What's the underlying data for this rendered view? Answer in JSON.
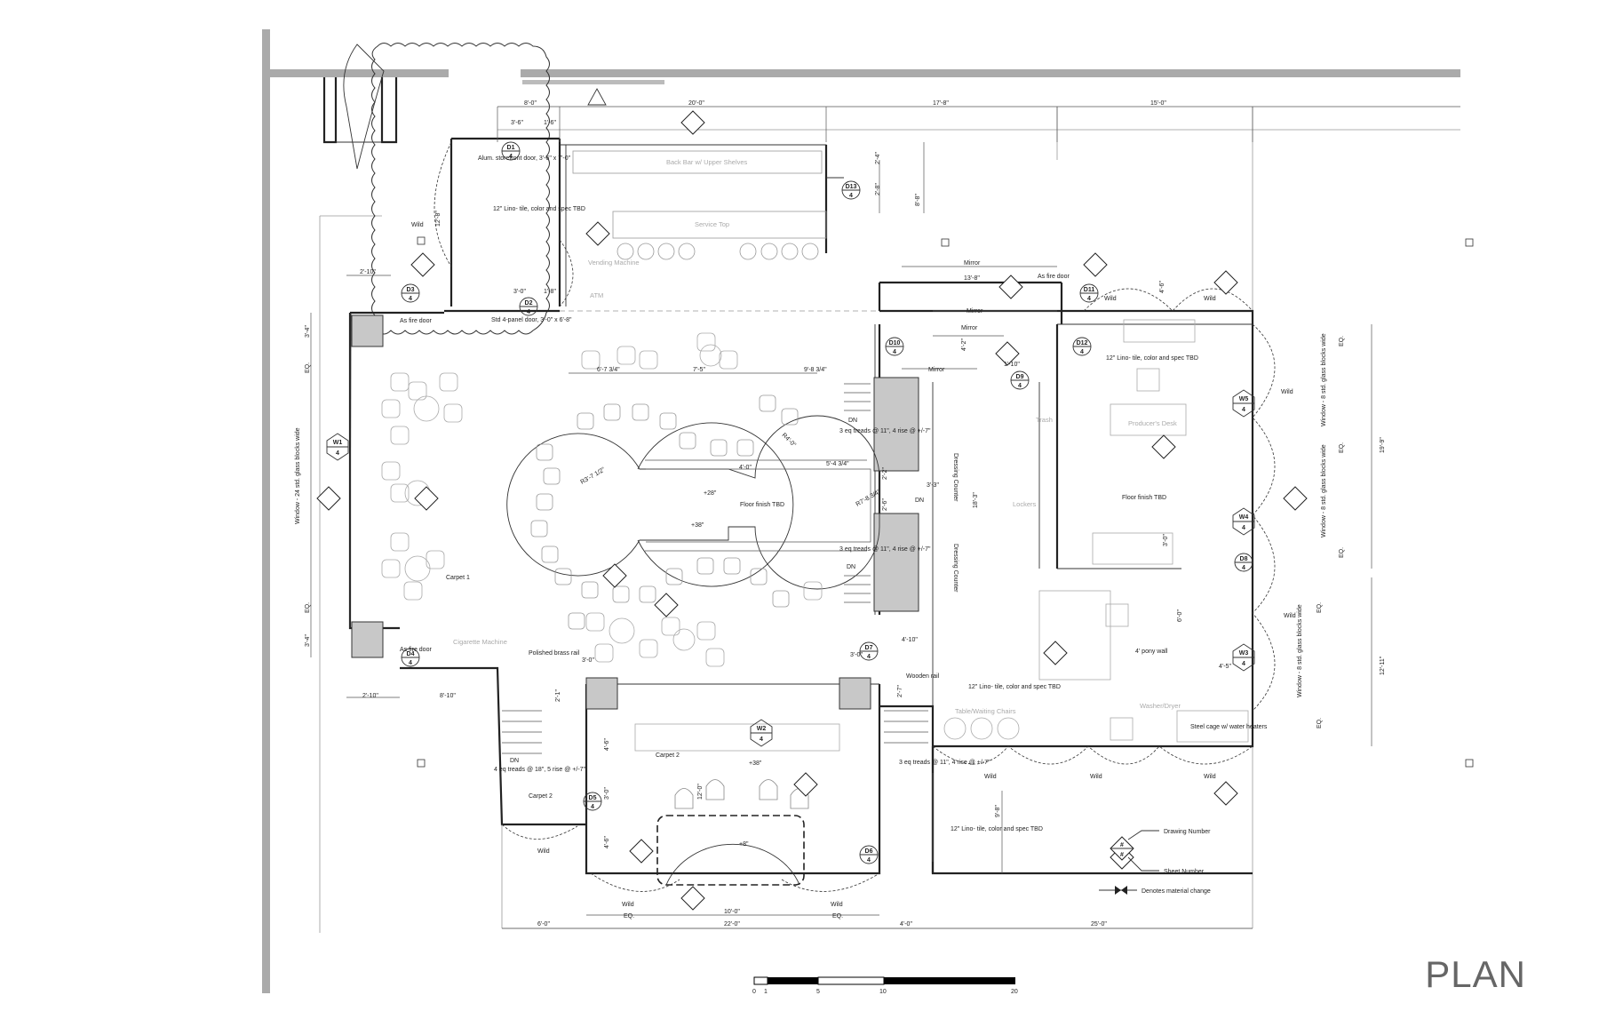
{
  "title": "PLAN",
  "labels": {
    "door_d1": "Alum. storefront door, 3'-6\" x 7'-0\"",
    "door_d2": "Std 4-panel door, 3'-0\" x 6'-8\"",
    "lino_tile": "12\" Lino- tile, color and spec TBD",
    "as_fire_door": "As fire door",
    "back_bar": "Back Bar w/ Upper Shelves",
    "service_top": "Service Top",
    "vending": "Vending Machine",
    "atm": "ATM",
    "mirror": "Mirror",
    "carpet1": "Carpet 1",
    "carpet2": "Carpet 2",
    "floor_finish": "Floor finish TBD",
    "cigarette": "Cigarette Machine",
    "polished_rail": "Polished brass rail",
    "wooden_rail": "Wooden rail",
    "dressing_counter": "Dressing Counter",
    "lockers": "Lockers",
    "trash": "Trash",
    "producers_desk": "Producer's Desk",
    "pony_wall": "4' pony wall",
    "washer": "Washer/Dryer",
    "steel_cage": "Steel cage w/ water heaters",
    "waiting_chairs": "Table/Waiting Chairs",
    "window_24": "Window - 24 std. glass blocks wide",
    "window_8": "Window - 8 std. glass blocks wide",
    "wild": "Wild",
    "dn": "DN",
    "treads_4": "4 eq treads @ 18\", 5 rise @ +/-7\"",
    "treads_3": "3 eq treads @ 11\", 4 rise @ +/-7\"",
    "eq": "EQ."
  },
  "dimensions": {
    "d_8_0": "8'-0\"",
    "d_20_0": "20'-0\"",
    "d_17_8": "17'-8\"",
    "d_15_0": "15'-0\"",
    "d_3_6": "3'-6\"",
    "d_1_6": "1'-6\"",
    "d_12_8": "12'-8\"",
    "d_2_10": "2'-10\"",
    "d_3_0": "3'-0\"",
    "d_1_8": "1'-8\"",
    "d_3_4": "3'-4\"",
    "d_13_8": "13'-8\"",
    "d_2_4": "2'-4\"",
    "d_2_8": "2'-8\"",
    "d_8_8": "8'-8\"",
    "d_4_6": "4'-6\"",
    "d_6_7": "6'-7 3/4\"",
    "d_7_5": "7'-5\"",
    "d_9_8": "9'-8 3/4\"",
    "d_4_0": "4'-0\"",
    "d_5_4": "5'-4 3/4\"",
    "d_4_2": "4'-2\"",
    "d_1_10": "1'-10\"",
    "d_3_3": "3'-3\"",
    "d_18_3": "18'-3\"",
    "d_19_9": "19'-9\"",
    "d_12_11": "12'-11\"",
    "d_4_10": "4'-10\"",
    "d_2_7": "2'-7\"",
    "d_2_1": "2'-1\"",
    "d_9_8b": "9'-8\"",
    "d_12_0": "12'-0\"",
    "d_10_0": "10'-0\"",
    "d_22_0": "22'-0\"",
    "d_6_0": "6'-0\"",
    "d_25_0": "25'-0\"",
    "d_4_0b": "4'-0\"",
    "d_4_5": "4'-5\"",
    "d_6_0b": "6'-0\"",
    "d_8_10": "8'-10\"",
    "d_2_2": "2'-2\"",
    "d_2_6": "2'-6\"",
    "d_3_0b": "3'-0\"",
    "d_4_6b": "4'-6\"",
    "r_3": "R3'-7 1/2\"",
    "r_4": "R4'-0\"",
    "r_7": "R7'-8 3/4\"",
    "elev_28": "+28\"",
    "elev_38": "+38\"",
    "elev_8": "+8\""
  },
  "tags": {
    "d1": [
      "D1",
      "4"
    ],
    "d2": [
      "D2",
      "4"
    ],
    "d3": [
      "D3",
      "4"
    ],
    "d4": [
      "D4",
      "4"
    ],
    "d5": [
      "D5",
      "4"
    ],
    "d6": [
      "D6",
      "4"
    ],
    "d7": [
      "D7",
      "4"
    ],
    "d8": [
      "D8",
      "4"
    ],
    "d9": [
      "D9",
      "4"
    ],
    "d10": [
      "D10",
      "4"
    ],
    "d11": [
      "D11",
      "4"
    ],
    "d12": [
      "D12",
      "4"
    ],
    "d13": [
      "D13",
      "4"
    ],
    "w1": [
      "W1",
      "4"
    ],
    "w2": [
      "W2",
      "4"
    ],
    "w3": [
      "W3",
      "4"
    ],
    "w4": [
      "W4",
      "4"
    ],
    "w5": [
      "W5",
      "4"
    ]
  },
  "legend": {
    "drawing_number": "Drawing Number",
    "sheet_number": "Sheet Number",
    "material_change": "Denotes material change",
    "sym_top": "#",
    "sym_bottom": "#"
  },
  "scale_bar": {
    "ticks": [
      "0",
      "1",
      "5",
      "10",
      "20"
    ]
  }
}
